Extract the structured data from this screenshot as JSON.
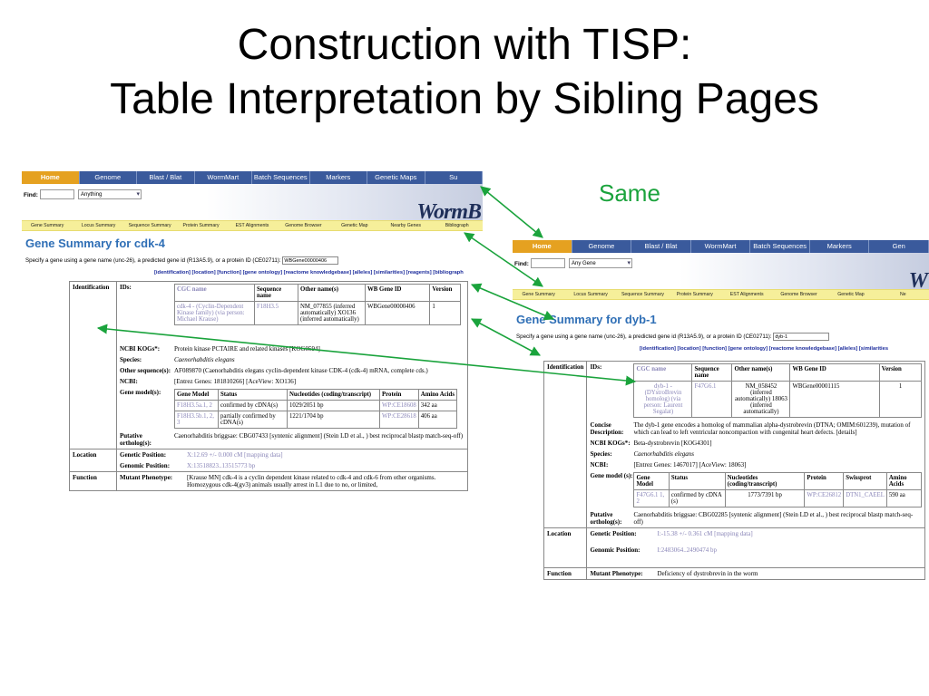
{
  "slide": {
    "title_line1": "Construction with TISP:",
    "title_line2": "Table Interpretation by Sibling Pages",
    "same_label": "Same"
  },
  "colors": {
    "arrow": "#1aa33c",
    "nav_bg": "#3a5a9c",
    "nav_active": "#e5a120",
    "subnav_bg": "#f6ef9a",
    "title_blue": "#2f6fb6"
  },
  "left_page": {
    "nav": [
      "Home",
      "Genome",
      "Blast / Blat",
      "WormMart",
      "Batch Sequences",
      "Markers",
      "Genetic Maps",
      "Su"
    ],
    "find_label": "Find:",
    "find_select": "Anything",
    "logo": "WormB",
    "subnav": [
      "Gene Summary",
      "Locus Summary",
      "Sequence Summary",
      "Protein Summary",
      "EST Alignments",
      "Genome Browser",
      "Genetic Map",
      "Nearby Genes",
      "Bibliograph"
    ],
    "title": "Gene Summary for cdk-4",
    "spec": "Specify a gene using a gene name (unc-26), a predicted gene id (R13A5.9), or a protein ID (CE02711):",
    "spec_value": "WBGene00000406",
    "anchors": "[identification] [location] [function] [gene ontology] [reactome knowledgebase] [alleles] [similarities] [reagents] [bibliograph",
    "section_identification": "Identification",
    "ids_label": "IDs:",
    "ids_headers": [
      "CGC name",
      "Sequence name",
      "Other name(s)",
      "WB Gene ID",
      "Version"
    ],
    "ids_row": [
      "cdk-4 - (Cyclin-Dependent Kinase family) (via person: Michael Krause)",
      "F18H3.5",
      "NM_077855 (inferred automatically) XO136 (inferred automatically)",
      "WBGene00000406",
      "1"
    ],
    "ncbi_kogs_label": "NCBI KOGs*:",
    "ncbi_kogs": "Protein kinase PCTAIRE and related kinases [KOG0594]",
    "species_label": "Species:",
    "species": "Caenorhabditis elegans",
    "other_seq_label": "Other sequence(s):",
    "other_seq": "AF089870 (Caenorhabditis elegans cyclin-dependent kinase CDK-4 (cdk-4) mRNA, complete cds.)",
    "ncbi_label": "NCBI:",
    "ncbi": "[Entrez Genes: 181810266] [AceView: XO136]",
    "gene_models_label": "Gene model(s):",
    "gm_headers": [
      "Gene Model",
      "Status",
      "Nucleotides (coding/transcript)",
      "Protein",
      "Amino Acids"
    ],
    "gm_rows": [
      [
        "F18H3.5a.1, 2",
        "confirmed by cDNA(s)",
        "1029/2051 bp",
        "WP:CE18608",
        "342 aa"
      ],
      [
        "F18H3.5b.1, 2, 3",
        "partially confirmed by cDNA(s)",
        "1221/1704 bp",
        "WP:CE28618",
        "406 aa"
      ]
    ],
    "putative_label": "Putative ortholog(s):",
    "putative": "Caenorhabditis briggsae: CBG07433 [syntenic alignment] (Stein LD et al., ) best reciprocal blastp match-seq-off)",
    "section_location": "Location",
    "genetic_pos_label": "Genetic Position:",
    "genetic_pos": "X:12.69 +/- 0.000 cM [mapping data]",
    "genomic_pos_label": "Genomic Position:",
    "genomic_pos": "X:13518823..13515773 bp",
    "section_function": "Function",
    "mutant_label": "Mutant Phenotype:",
    "mutant": "[Krause MN] cdk-4 is a cyclin dependent kinase related to cdk-4 and cdk-6 from other organisms. Homozygous cdk-4(gv3) animals usually arrest in L1 due to no, or limited,"
  },
  "right_page": {
    "nav": [
      "Home",
      "Genome",
      "Blast / Blat",
      "WormMart",
      "Batch Sequences",
      "Markers",
      "Gen"
    ],
    "find_label": "Find:",
    "find_select": "Any Gene",
    "logo": "W",
    "subnav": [
      "Gene Summary",
      "Locus Summary",
      "Sequence Summary",
      "Protein Summary",
      "EST Alignments",
      "Genome Browser",
      "Genetic Map",
      "Ne"
    ],
    "title": "Gene Summary for dyb-1",
    "spec": "Specify a gene using a gene name (unc-26), a predicted gene id (R13A5.9), or a protein ID (CE02711):",
    "spec_value": "dyb-1",
    "anchors": "[identification] [location] [function] [gene ontology] [reactome knowledgebase] [alleles] [similarities",
    "section_identification": "Identification",
    "ids_label": "IDs:",
    "ids_headers": [
      "CGC name",
      "Sequence name",
      "Other name(s)",
      "WB Gene ID",
      "Version"
    ],
    "ids_row": [
      "dyb-1 - (DYstroBrevin homolog) (via person: Laurent Segalat)",
      "F47G6.1",
      "NM_058452 (inferred automatically) 18063 (inferred automatically)",
      "WBGene00001115",
      "1"
    ],
    "concise_label": "Concise Description:",
    "concise": "The dyb-1 gene encodes a homolog of mammalian alpha-dystrobrevin (DTNA; OMIM:601239), mutation of which can lead to left ventricular noncompaction with congenital heart defects. [details]",
    "ncbi_kogs_label": "NCBI KOGs*:",
    "ncbi_kogs": "Beta-dystrobrevin [KOG4301]",
    "species_label": "Species:",
    "species": "Caenorhabditis elegans",
    "ncbi_label": "NCBI:",
    "ncbi": "[Entrez Genes: 1467017] [AceView: 18063]",
    "gene_models_label": "Gene model (s):",
    "gm_headers": [
      "Gene Model",
      "Status",
      "Nucleotides (coding/transcript)",
      "Protein",
      "Swissprot",
      "Amino Acids"
    ],
    "gm_rows": [
      [
        "F47G6.1 1, 2",
        "confirmed by cDNA (s)",
        "1773/7391 bp",
        "WP:CE26812",
        "DTN1_CAEEL",
        "590 aa"
      ]
    ],
    "putative_label": "Putative ortholog(s):",
    "putative": "Caenorhabditis briggsae: CBG02285 [syntenic alignment] (Stein LD et al., ) best reciprocal blastp match-seq-off)",
    "section_location": "Location",
    "genetic_pos_label": "Genetic Position:",
    "genetic_pos": "I:-15.38 +/- 0.361 cM [mapping data]",
    "genomic_pos_label": "Genomic Position:",
    "genomic_pos": "I:2483064..2490474 bp",
    "section_function": "Function",
    "mutant_label": "Mutant Phenotype:",
    "mutant": "Deficiency of dystrobrevin in the worm"
  }
}
